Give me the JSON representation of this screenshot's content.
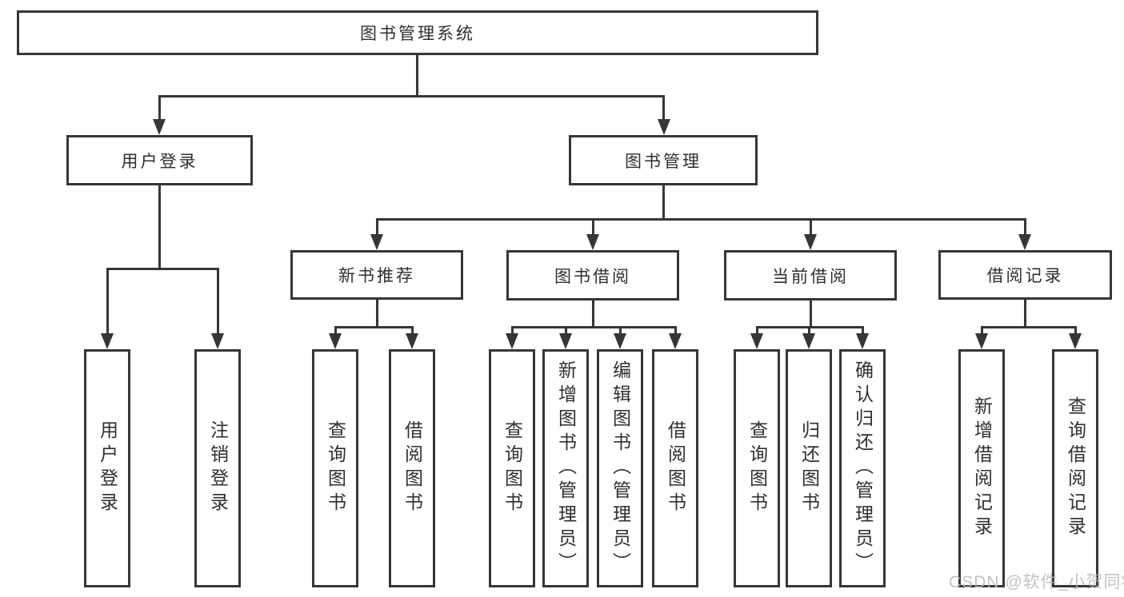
{
  "page": {
    "background": "#ffffff"
  },
  "colors": {
    "line": "#363636",
    "text": "#2f2f2f",
    "node_background": "#ffffff"
  },
  "watermark": {
    "text": "CSDN @软件_小贺同学",
    "color": "#b9b9b9"
  },
  "diagram": {
    "root": {
      "label": "图书管理系统"
    },
    "branches": {
      "user_login": {
        "label": "用户登录",
        "children": [
          {
            "label": "用户登录"
          },
          {
            "label": "注销登录"
          }
        ]
      },
      "book_management": {
        "label": "图书管理",
        "children": {
          "new_book_recommend": {
            "label": "新书推荐",
            "children": [
              {
                "label": "查询图书"
              },
              {
                "label": "借阅图书"
              }
            ]
          },
          "book_borrow": {
            "label": "图书借阅",
            "children": [
              {
                "label": "查询图书"
              },
              {
                "label": "新增图书（管理员）"
              },
              {
                "label": "编辑图书（管理员）"
              },
              {
                "label": "借阅图书"
              }
            ]
          },
          "current_borrow": {
            "label": "当前借阅",
            "children": [
              {
                "label": "查询图书"
              },
              {
                "label": "归还图书"
              },
              {
                "label": "确认归还（管理员）"
              }
            ]
          },
          "borrow_records": {
            "label": "借阅记录",
            "children": [
              {
                "label": "新增借阅记录"
              },
              {
                "label": "查询借阅记录"
              }
            ]
          }
        }
      }
    }
  }
}
